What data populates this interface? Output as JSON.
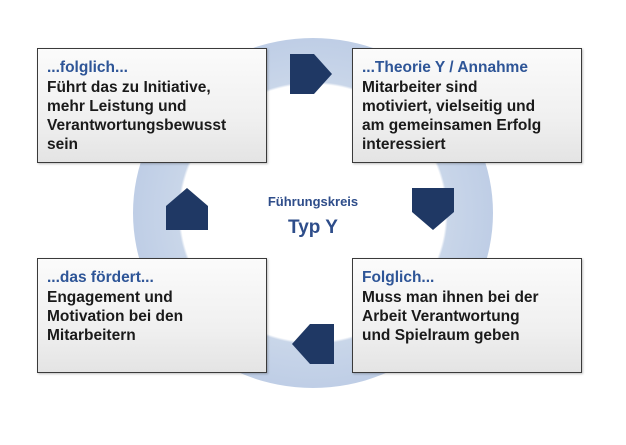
{
  "center": {
    "line1": "Führungskreis",
    "line2": "Typ Y"
  },
  "boxes": {
    "top_left": {
      "heading": "...folglich...",
      "lines": [
        "Führt das zu Initiative,",
        "mehr Leistung und",
        "Verantwortungsbewusst",
        "sein"
      ]
    },
    "top_right": {
      "heading": "...Theorie Y / Annahme",
      "lines": [
        "Mitarbeiter sind",
        "motiviert, vielseitig und",
        "am gemeinsamen Erfolg",
        "interessiert"
      ]
    },
    "bottom_left": {
      "heading": "...das fördert...",
      "lines": [
        "Engagement und",
        "Motivation bei den",
        "Mitarbeitern"
      ]
    },
    "bottom_right": {
      "heading": "Folglich...",
      "lines": [
        "Muss man ihnen bei der",
        "Arbeit Verantwortung",
        "und Spielraum geben"
      ]
    }
  },
  "colors": {
    "heading_blue": "#2e5597",
    "arrow_navy": "#1f3864",
    "ring_blue": "#bfcee6",
    "text_dark": "#1a1a1a"
  },
  "icons": {
    "arrow_top": "arrow-right-icon",
    "arrow_right": "arrow-down-icon",
    "arrow_bottom": "arrow-left-icon",
    "arrow_left": "arrow-up-icon"
  }
}
